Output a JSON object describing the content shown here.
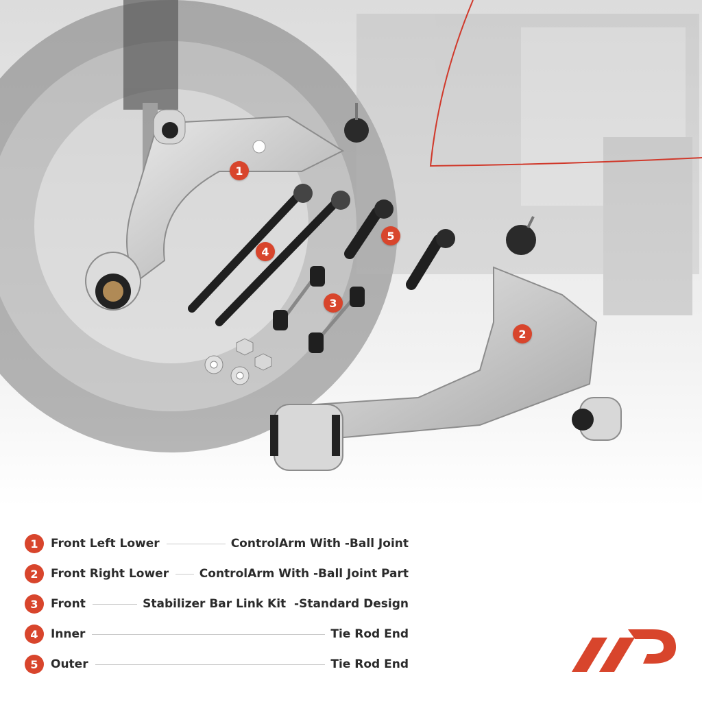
{
  "callouts": [
    "1",
    "2",
    "3",
    "4",
    "5"
  ],
  "legend": [
    {
      "num": "1",
      "left": "Front Left Lower",
      "right": "ControlArm With -Ball Joint"
    },
    {
      "num": "2",
      "left": "Front Right Lower",
      "right": "ControlArm With -Ball Joint Part"
    },
    {
      "num": "3",
      "left": "Front",
      "right": "Stabilizer Bar Link Kit  -Standard Design"
    },
    {
      "num": "4",
      "left": "Inner",
      "right": "Tie Rod End"
    },
    {
      "num": "5",
      "left": "Outer",
      "right": "Tie Rod End"
    }
  ],
  "colors": {
    "accent": "#d8452c",
    "text": "#2b2b2b"
  }
}
